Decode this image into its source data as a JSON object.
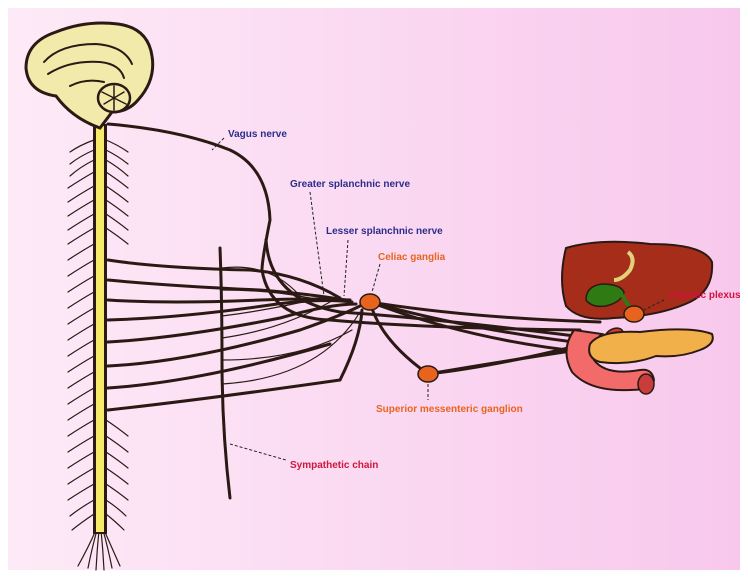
{
  "colors": {
    "bg_left": "#fdeaf7",
    "bg_right": "#f8c8ec",
    "nerve": "#2b1a14",
    "spinal_cord": "#f7e96a",
    "brain": "#f1eaaa",
    "ganglion": "#e8641e",
    "liver": "#a52d1a",
    "gallbladder": "#2f7a12",
    "pancreas": "#f2b04a",
    "duodenum": "#f26a6a",
    "label_blue": "#2c2c8a",
    "label_orange": "#e8641e",
    "label_red": "#d0143c"
  },
  "labels": {
    "vagus": "Vagus nerve",
    "greater_splanchnic": "Greater splanchnic nerve",
    "lesser_splanchnic": "Lesser splanchnic nerve",
    "celiac": "Celiac ganglia",
    "hepatic_plexus": "Hepatic plexus",
    "superior_mesenteric": "Superior messenteric ganglion",
    "sympathetic_chain": "Sympathetic chain"
  }
}
